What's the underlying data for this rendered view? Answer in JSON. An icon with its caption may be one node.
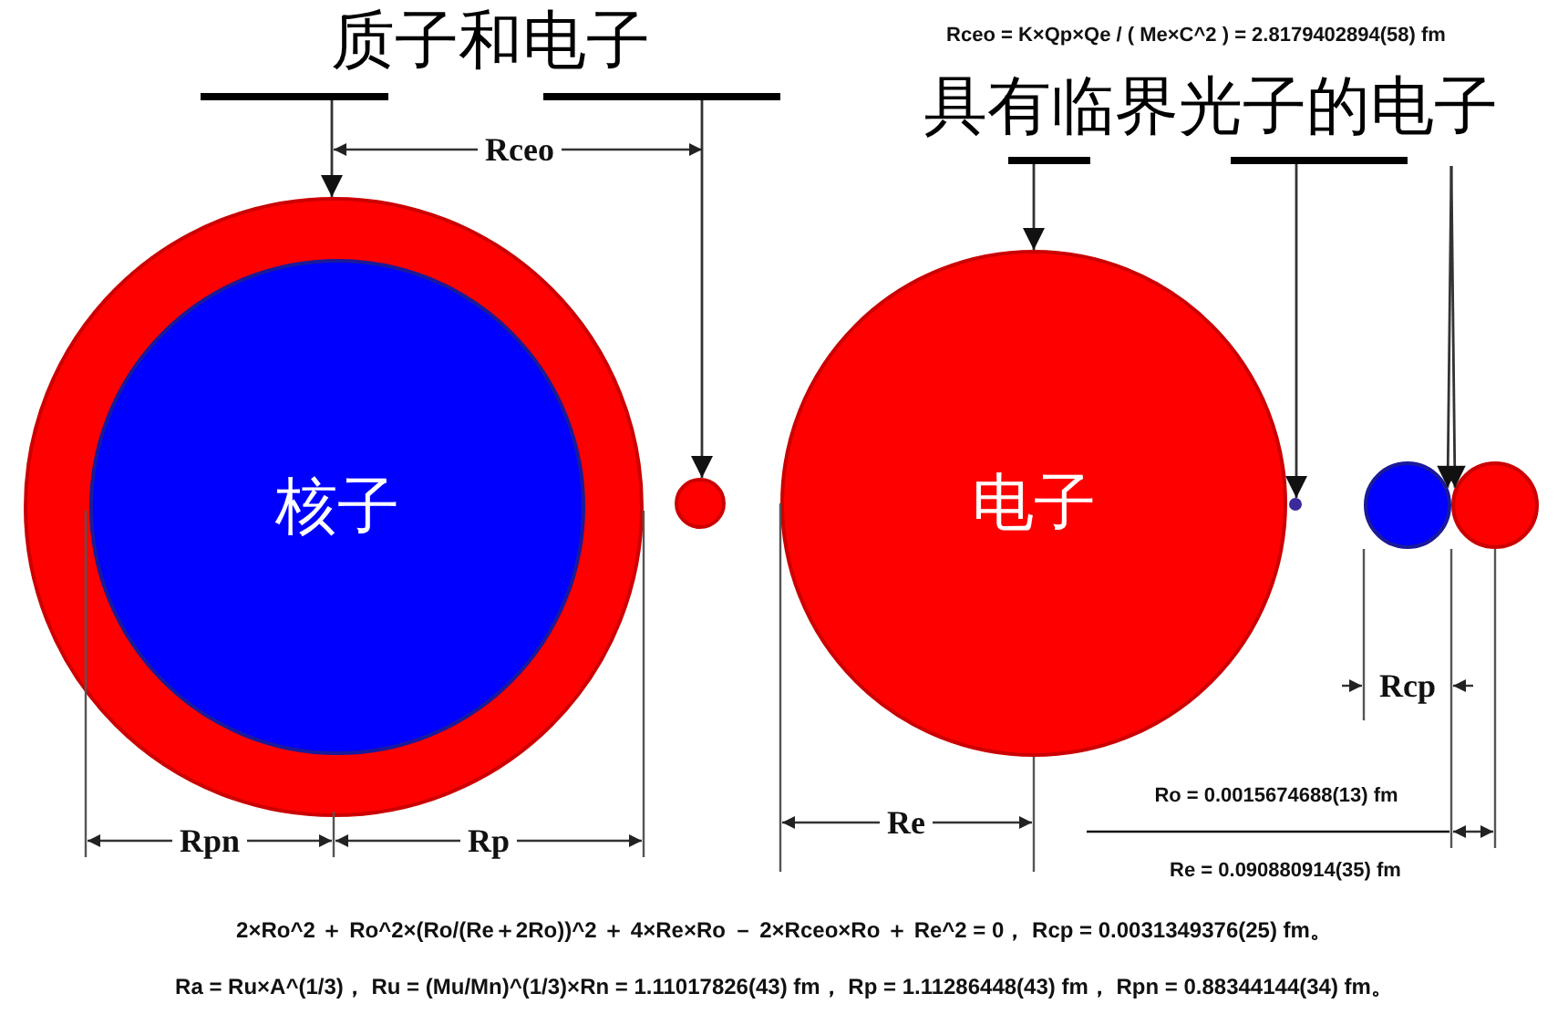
{
  "diagram": {
    "nodes": [
      {
        "text": [
          "质子和电子"
        ]
      },
      {
        "text": [],
        "shape": "circle"
      },
      {
        "text": [
          "核子"
        ],
        "in": 1
      },
      {
        "text": [],
        "shape": "circle"
      },
      {
        "text": [
          "具有临界光子的电子"
        ]
      },
      {
        "text": [
          "电子"
        ]
      },
      {
        "text": [],
        "shape": "circle"
      },
      {
        "text": [],
        "shape": "circle"
      },
      {
        "text": [],
        "shape": "circle"
      }
    ],
    "edges": [
      {
        "from": 0,
        "to": 1,
        "arrow": "to"
      },
      {
        "from": 0,
        "to": 3,
        "arrow": "to"
      },
      {
        "from": 4,
        "to": 5,
        "arrow": "to"
      },
      {
        "from": 4,
        "to": 6,
        "arrow": "to"
      },
      {
        "from": 4,
        "to": 7,
        "arrow": "to"
      },
      {
        "from": 4,
        "to": 8,
        "arrow": "to"
      }
    ],
    "labels": [
      "Rceo = K×Qp×Qe / ( Me×C^2 ) = 2.8179402894(58) fm",
      "Rceo",
      "Rcp",
      "Ro = 0.0015674688(13) fm",
      "Re",
      "Rpn",
      "Rp",
      "Re = 0.090880914(35) fm",
      "2×Ro^2 ＋ Ro^2×(Ro/(Re＋2Ro))^2 ＋ 4×Re×Ro － 2×Rceo×Ro ＋ Re^2 = 0， Rcp = 0.0031349376(25) fm。",
      "Ra = Ru×A^(1/3)， Ru = (Mu/Mn)^(1/3)×Rn = 1.11017826(43) fm， Rp = 1.11286448(43) fm， Rpn = 0.88344144(34) fm。"
    ]
  }
}
